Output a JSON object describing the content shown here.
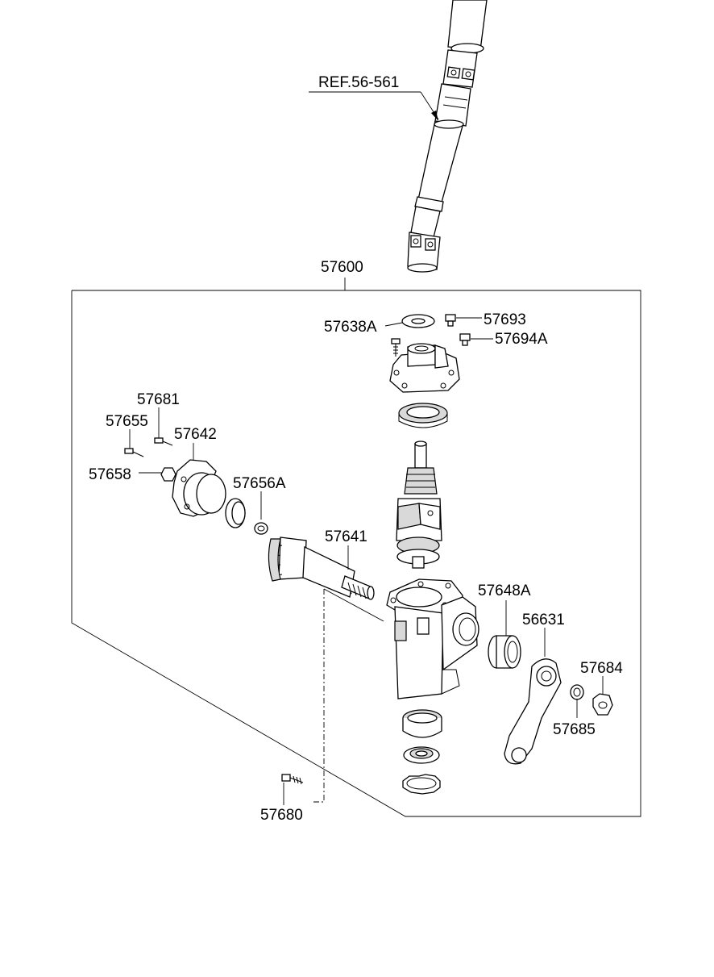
{
  "diagram": {
    "ref_label": "REF.56-561",
    "assembly_label": "57600",
    "labels": [
      {
        "id": "57638A",
        "text": "57638A"
      },
      {
        "id": "57693",
        "text": "57693"
      },
      {
        "id": "57694A",
        "text": "57694A"
      },
      {
        "id": "57681",
        "text": "57681"
      },
      {
        "id": "57655",
        "text": "57655"
      },
      {
        "id": "57642",
        "text": "57642"
      },
      {
        "id": "57658",
        "text": "57658"
      },
      {
        "id": "57656A",
        "text": "57656A"
      },
      {
        "id": "57641",
        "text": "57641"
      },
      {
        "id": "57648A",
        "text": "57648A"
      },
      {
        "id": "56631",
        "text": "56631"
      },
      {
        "id": "57684",
        "text": "57684"
      },
      {
        "id": "57685",
        "text": "57685"
      },
      {
        "id": "57680",
        "text": "57680"
      }
    ]
  }
}
